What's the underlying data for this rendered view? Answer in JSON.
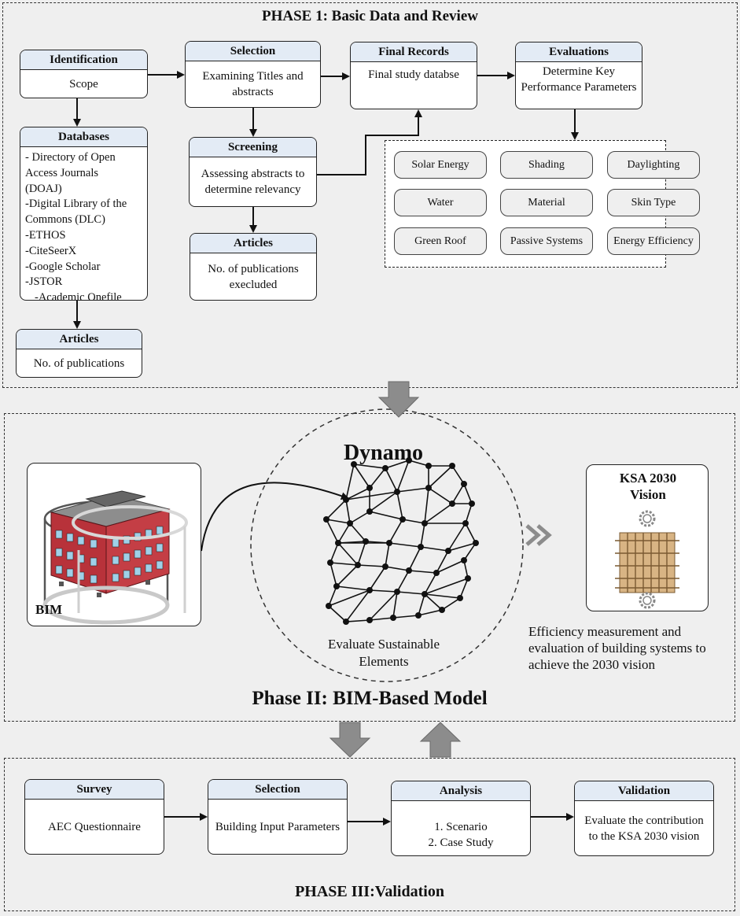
{
  "phase1": {
    "title": "PHASE 1: Basic Data and Review",
    "identification": {
      "header": "Identification",
      "body": "Scope"
    },
    "databases": {
      "header": "Databases",
      "items": [
        "- Directory of Open",
        "Access Journals",
        "(DOAJ)",
        "-Digital Library of the",
        "Commons (DLC)",
        "-ETHOS",
        "-CiteSeerX",
        "-Google Scholar",
        "-JSTOR",
        "-Academic Onefile"
      ]
    },
    "articles_left": {
      "header": "Articles",
      "body": "No. of publications"
    },
    "selection": {
      "header": "Selection",
      "body": "Examining Titles and abstracts"
    },
    "screening": {
      "header": "Screening",
      "body": "Assessing abstracts to determine relevancy"
    },
    "articles_mid": {
      "header": "Articles",
      "body": "No. of publications execluded"
    },
    "final_records": {
      "header": "Final Records",
      "body": "Final study databse"
    },
    "evaluations": {
      "header": "Evaluations",
      "body": "Determine Key Performance Parameters"
    },
    "parameters": [
      "Solar Energy",
      "Shading",
      "Daylighting",
      "Water",
      "Material",
      "Skin Type",
      "Green Roof",
      "Passive Systems",
      "Energy Efficiency"
    ]
  },
  "phase2": {
    "title": "Phase II: BIM-Based Model",
    "bim_label": "BIM",
    "dynamo_title": "Dynamo",
    "dynamo_caption": "Evaluate Sustainable Elements",
    "ksa_title": "KSA 2030 Vision",
    "efficiency_text": "Efficiency measurement and evaluation of building systems to achieve the 2030 vision"
  },
  "phase3": {
    "title": "PHASE III:Validation",
    "survey": {
      "header": "Survey",
      "body": "AEC Questionnaire"
    },
    "selection": {
      "header": "Selection",
      "body": "Building Input Parameters"
    },
    "analysis": {
      "header": "Analysis",
      "body": "1. Scenario\n2. Case Study"
    },
    "validation": {
      "header": "Validation",
      "body": "Evaluate the contribution to the KSA 2030 vision"
    }
  },
  "colors": {
    "header_fill": "#e3ebf5",
    "arrow_gray": "#8c8c8c",
    "building_red": "#b8323a"
  }
}
